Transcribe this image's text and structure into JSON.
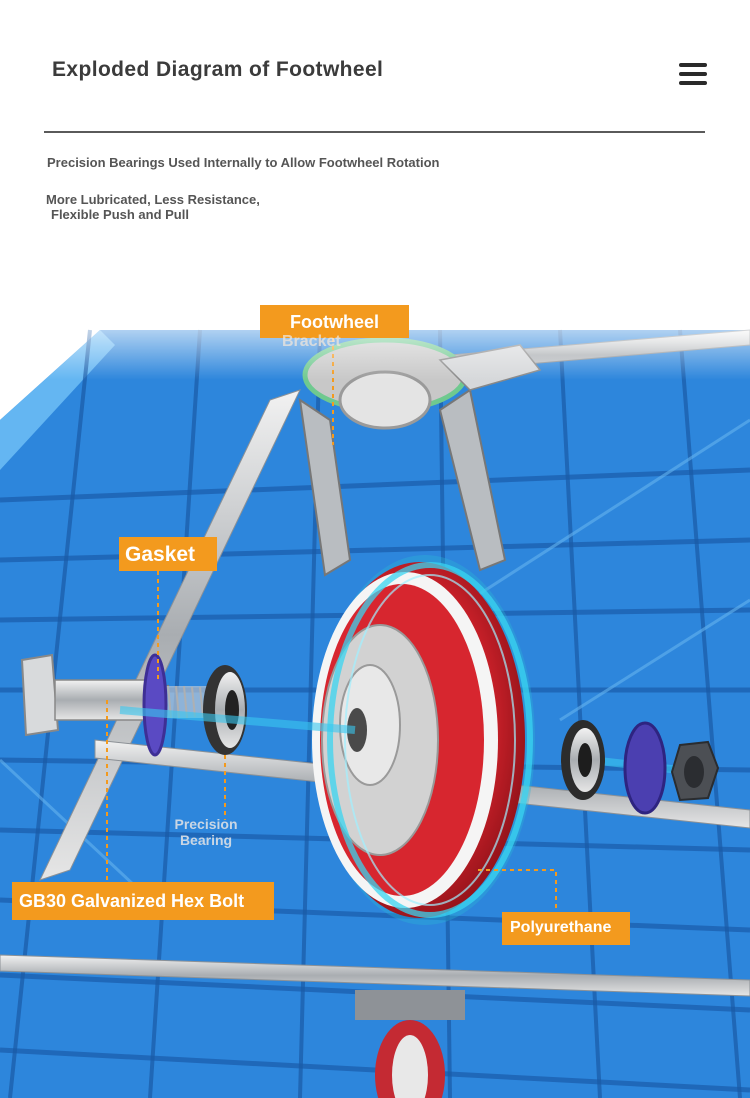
{
  "header": {
    "title": "Exploded Diagram of Footwheel",
    "line1": "Precision Bearings Used Internally to Allow Footwheel Rotation",
    "line2a": "More Lubricated, Less Resistance,",
    "line2b": "Flexible Push and Pull"
  },
  "menu_icon": "hamburger-menu-icon",
  "labels": {
    "bracket": "Footwheel",
    "bracket_sub": "Bracket",
    "gasket": "Gasket",
    "precision_1": "Precision",
    "precision_2": "Bearing",
    "hex_bolt": "GB30 Galvanized Hex Bolt",
    "polyurethane": "Polyurethane"
  },
  "colors": {
    "callout": "#f39a1e",
    "platform_blue": "#2f87dd",
    "wheel_red": "#d4232c",
    "glow": "#39d4f0"
  }
}
